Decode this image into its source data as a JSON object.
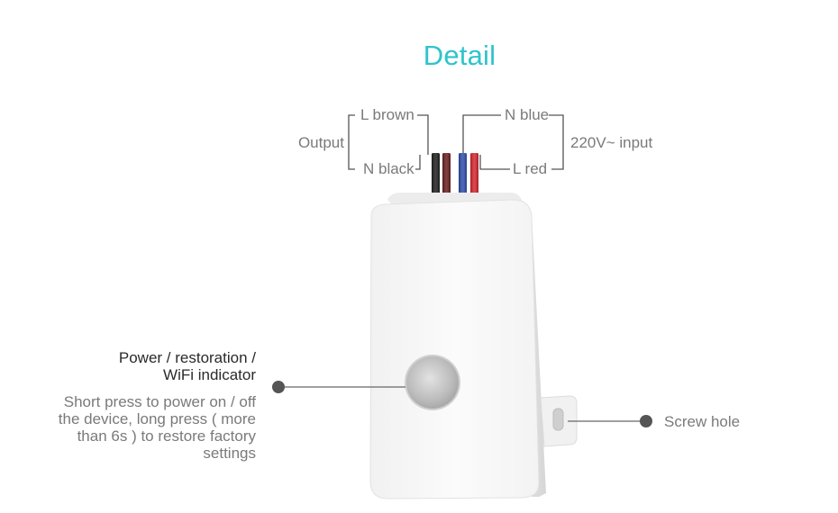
{
  "title": "Detail",
  "wiring": {
    "output_label": "Output",
    "input_label": "220V~ input",
    "l_brown": "L brown",
    "n_black": "N black",
    "n_blue": "N blue",
    "l_red": "L red"
  },
  "callouts": {
    "indicator_title_line1": "Power / restoration /",
    "indicator_title_line2": "WiFi indicator",
    "indicator_desc_line1": "Short press to power on / off",
    "indicator_desc_line2": "the device, long press ( more",
    "indicator_desc_line3": "than 6s ) to restore factory",
    "indicator_desc_line4": "settings",
    "screw_hole": "Screw hole"
  },
  "colors": {
    "accent": "#2ec4cc",
    "wire_black": "#1e1e1e",
    "wire_brown": "#6b1f1f",
    "wire_blue": "#2f4fb0",
    "wire_red": "#d8262e"
  }
}
